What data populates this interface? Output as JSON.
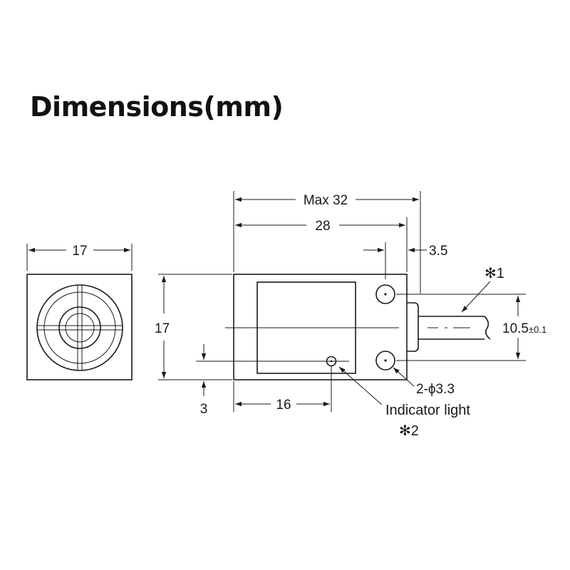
{
  "title": "Dimensions(mm)",
  "dimensions": {
    "front_width": "17",
    "max_length": "Max 32",
    "body_length": "28",
    "mount_offset": "3.5",
    "height": "17",
    "cable_offset_value": "10.5",
    "cable_offset_tol": "±0.1",
    "indicator_offset": "16",
    "bottom_offset": "3",
    "hole_spec": "2-ϕ3.3"
  },
  "labels": {
    "note1": "✻1",
    "note2": "✻2",
    "indicator": "Indicator light"
  },
  "colors": {
    "line": "#1a1a1a",
    "background": "#ffffff"
  }
}
